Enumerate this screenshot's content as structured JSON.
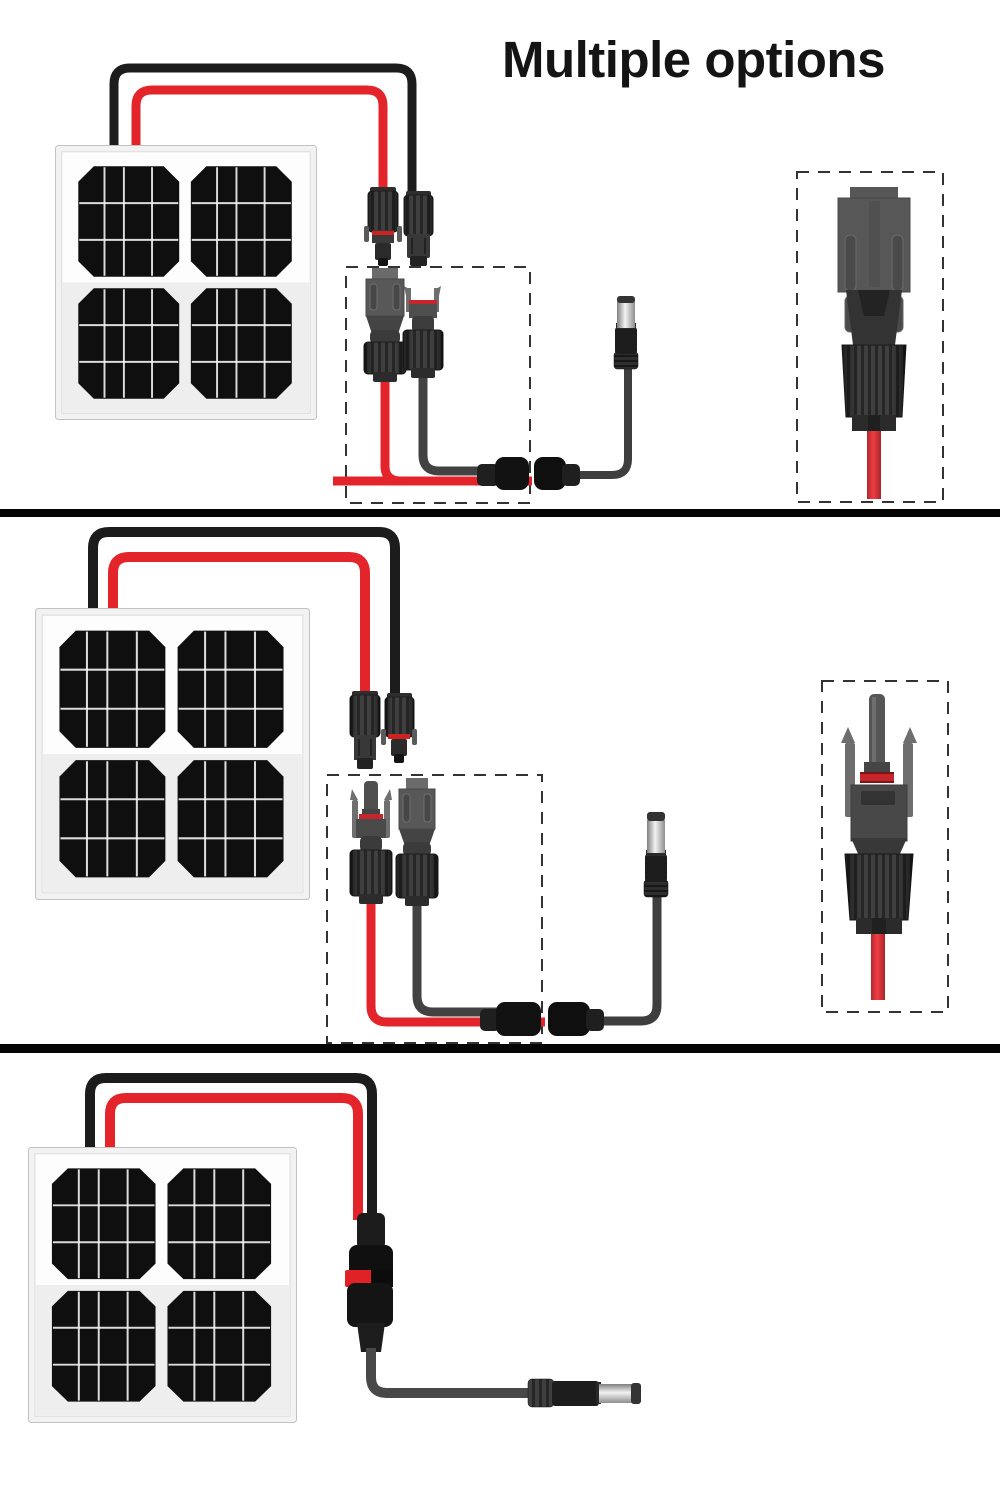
{
  "title": "Multiple options",
  "colors": {
    "background": "#ffffff",
    "wire_red": "#e3242b",
    "wire_black": "#1c1c1c",
    "pigtail_gray": "#424242",
    "cable_gray": "#3e3e3e",
    "panel_frame": "#f2f2f2",
    "panel_cell": "#0f0f0f",
    "connector_body": "#4a4a4a",
    "connector_red_ring": "#c4262b",
    "dc_plug_silver": "#eeeeee",
    "highlight_box_border": "#333333",
    "divider": "#000000",
    "title_text": "#141414"
  },
  "sections": [
    {
      "id": "option-1",
      "components": [
        "solar-panel",
        "panel-wires-red-black",
        "mc4-connector-pair",
        "mc4-to-dc-adapter-highlighted",
        "inline-barrel-coupler",
        "dc-barrel-plug",
        "mc4-female-connector-closeup"
      ]
    },
    {
      "id": "option-2",
      "components": [
        "solar-panel",
        "panel-wires-red-black",
        "mc4-connector-pair",
        "mc4-to-dc-adapter-highlighted",
        "inline-barrel-coupler",
        "dc-barrel-plug",
        "mc4-male-connector-closeup"
      ]
    },
    {
      "id": "option-3",
      "components": [
        "solar-panel",
        "panel-wires-red-black",
        "inline-mc4-coupler",
        "dc-barrel-plug"
      ]
    }
  ]
}
